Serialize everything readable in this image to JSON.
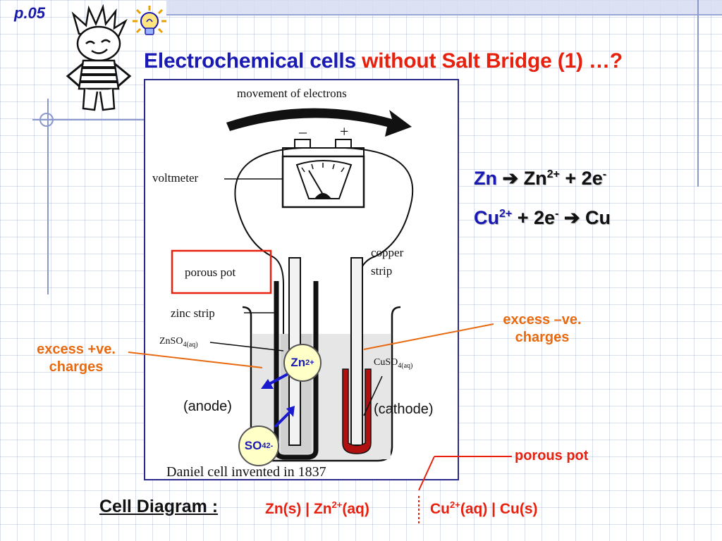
{
  "page_number": "p.05",
  "title": {
    "part1": "Electrochemical cells",
    "part2": "without Salt Bridge (1) …?"
  },
  "diagram": {
    "movement_label": "movement of electrons",
    "minus_sign": "–",
    "plus_sign": "+",
    "voltmeter_label": "voltmeter",
    "porous_pot_label": "porous pot",
    "copper_label_1": "copper",
    "copper_label_2": "strip",
    "zinc_strip_label": "zinc strip",
    "znso4_label": "ZnSO",
    "znso4_sub": "4(aq)",
    "cuso4_label": "CuSO",
    "cuso4_sub": "4(aq)",
    "caption": "Daniel cell invented in 1837"
  },
  "equations": {
    "eq1": {
      "reactant": "Zn",
      "arrow": "➔",
      "product": "Zn",
      "charge": "2+",
      "tail": " + 2e",
      "tail_sup": "-"
    },
    "eq2": {
      "reactant": "Cu",
      "reactant_charge": "2+",
      "mid": " + 2e",
      "mid_sup": "-",
      "arrow": "➔",
      "product": "Cu"
    }
  },
  "annotations": {
    "excess_positive_1": "excess +ve.",
    "excess_positive_2": "charges",
    "excess_negative_1": "excess –ve.",
    "excess_negative_2": "charges",
    "anode": "(anode)",
    "cathode": "(cathode)",
    "porous_pot": "porous pot",
    "zn_ion": "Zn",
    "zn_ion_charge": "2+",
    "so4_ion": "SO",
    "so4_sub": "4",
    "so4_charge": "2-"
  },
  "cell_diagram": {
    "label": "Cell Diagram :",
    "left_part1": "Zn(s) | Zn",
    "left_charge": "2+",
    "left_part2": "(aq)",
    "right_part1": "Cu",
    "right_charge": "2+",
    "right_part2": "(aq) | Cu(s)"
  },
  "colors": {
    "blue_text": "#1919b4",
    "red_text": "#e8200e",
    "orange_text": "#e86a10",
    "ion_fill": "#ffffc8"
  }
}
